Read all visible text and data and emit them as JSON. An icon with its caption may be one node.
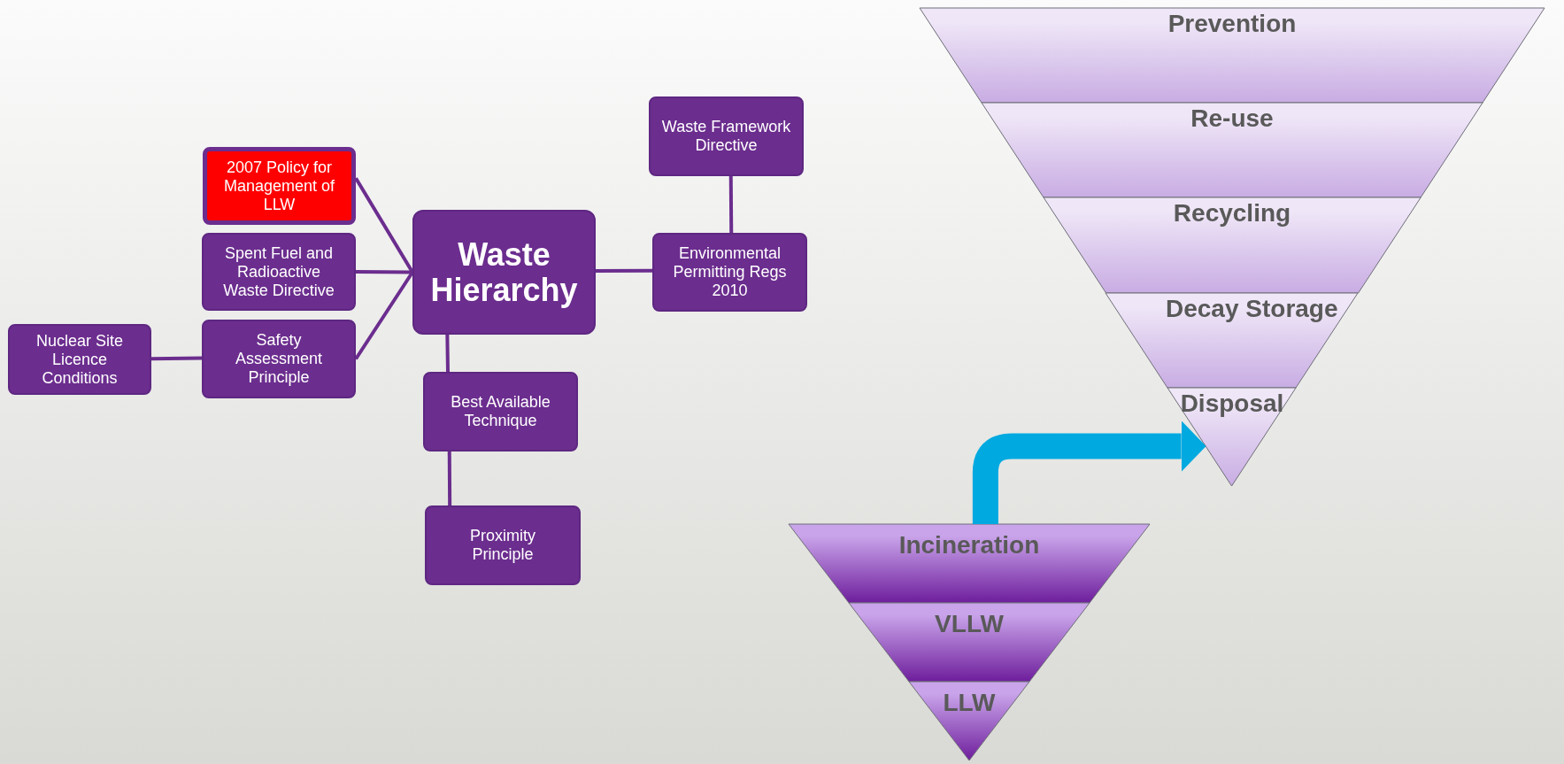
{
  "diagram": {
    "nodes": [
      {
        "text": [
          "2007 Policy for Management of LLW"
        ]
      },
      {
        "text": [
          "Spent Fuel and Radioactive Waste Directive"
        ]
      },
      {
        "text": [
          "Nuclear Site Licence Conditions"
        ]
      },
      {
        "text": [
          "Safety Assessment Principle"
        ]
      },
      {
        "text": [
          "Waste Hierarchy"
        ]
      },
      {
        "text": [
          "Waste Framework Directive"
        ]
      },
      {
        "text": [
          "Environmental Permitting Regs 2010"
        ]
      },
      {
        "text": [
          "Best Available Technique"
        ]
      },
      {
        "text": [
          "Proximity Principle"
        ]
      },
      {
        "text": [
          "Prevention"
        ]
      },
      {
        "text": [
          "Re-use"
        ]
      },
      {
        "text": [
          "Recycling"
        ]
      },
      {
        "text": [
          "Decay Storage"
        ]
      },
      {
        "text": [
          "Disposal"
        ]
      },
      {
        "text": [
          "Incineration"
        ]
      },
      {
        "text": [
          "VLLW"
        ]
      },
      {
        "text": [
          "LLW"
        ]
      }
    ],
    "edges": [
      {
        "from": 0,
        "to": 4,
        "arrow": "none"
      },
      {
        "from": 1,
        "to": 4,
        "arrow": "none"
      },
      {
        "from": 3,
        "to": 4,
        "arrow": "none"
      },
      {
        "from": 2,
        "to": 3,
        "arrow": "none"
      },
      {
        "from": 4,
        "to": 6,
        "arrow": "none"
      },
      {
        "from": 5,
        "to": 6,
        "arrow": "none"
      },
      {
        "from": 4,
        "to": 7,
        "arrow": "none"
      },
      {
        "from": 7,
        "to": 8,
        "arrow": "none"
      },
      {
        "from": 14,
        "to": 13,
        "arrow": "to",
        "style": "thick",
        "color": "#00a9e0"
      }
    ]
  }
}
